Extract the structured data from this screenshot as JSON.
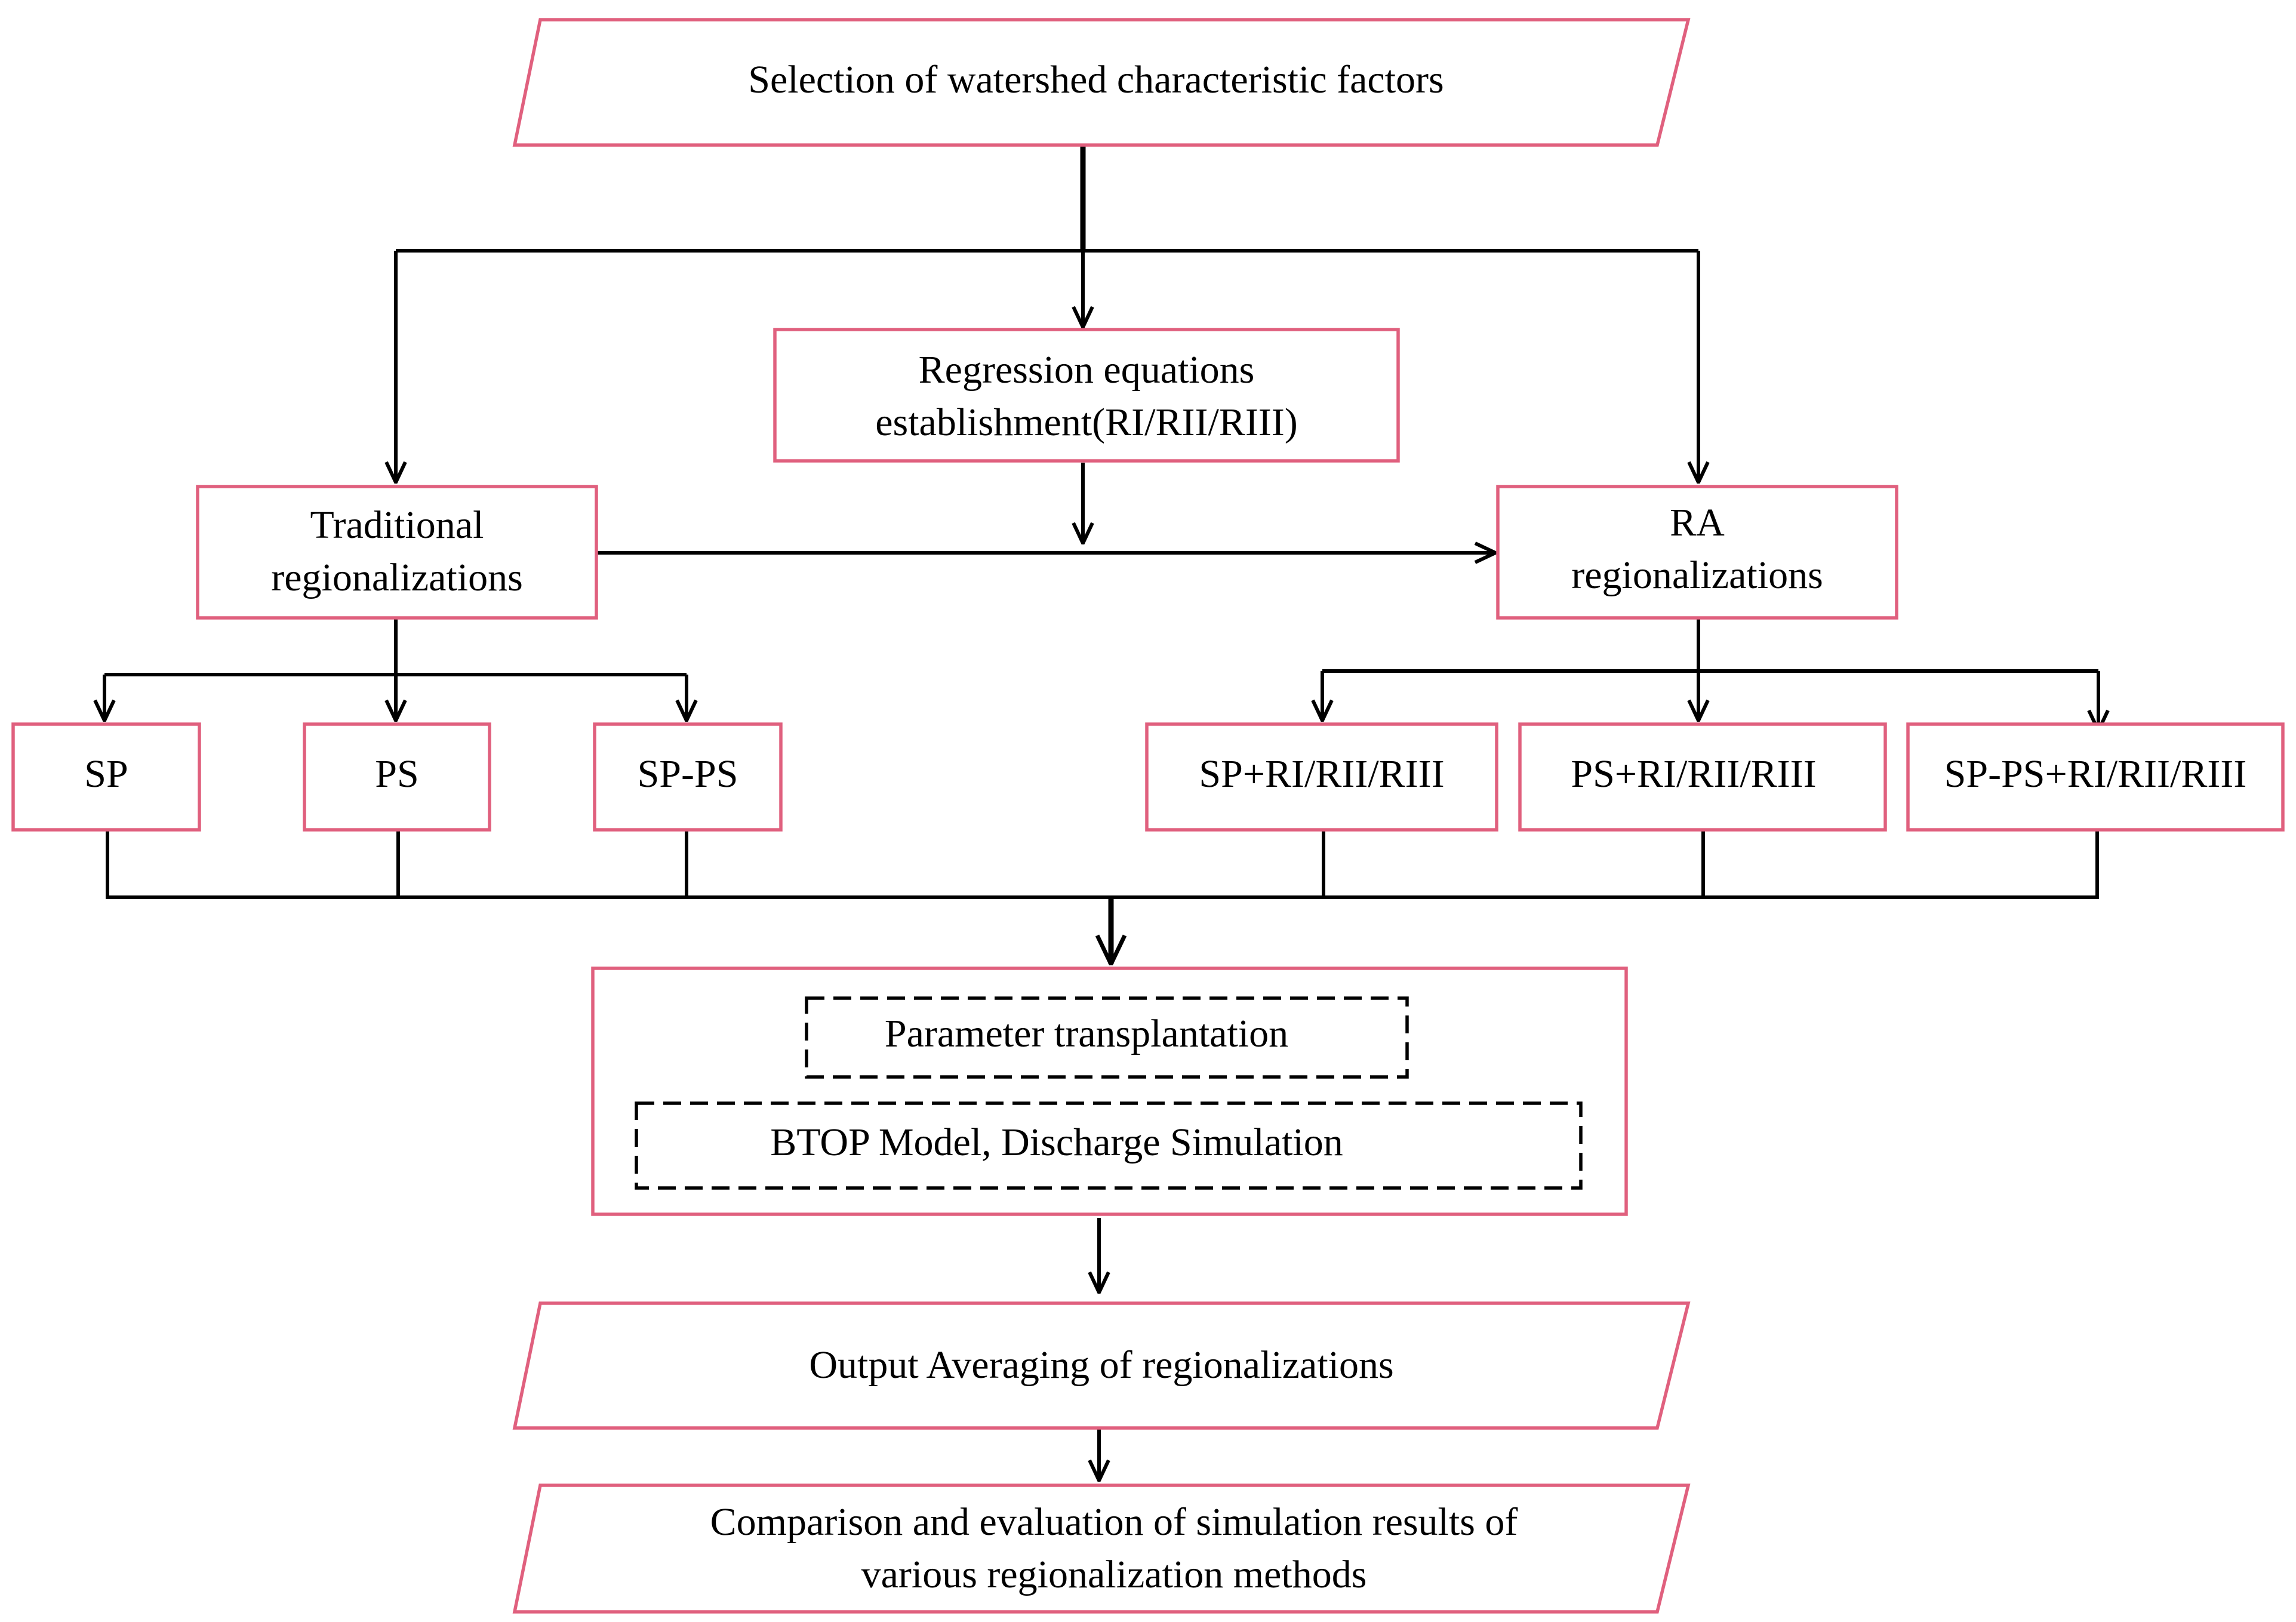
{
  "colors": {
    "node_border": "#e0607e",
    "edge": "#000000",
    "text": "#000000",
    "background": "#ffffff"
  },
  "nodes": {
    "selection": {
      "lines": [
        "Selection of watershed characteristic factors"
      ]
    },
    "regression": {
      "lines": [
        "Regression equations",
        "establishment(RI/RII/RIII)"
      ]
    },
    "traditional": {
      "lines": [
        "Traditional",
        "regionalizations"
      ]
    },
    "ra": {
      "lines": [
        "RA",
        "regionalizations"
      ]
    },
    "sp": {
      "lines": [
        "SP"
      ]
    },
    "ps": {
      "lines": [
        "PS"
      ]
    },
    "sp_ps": {
      "lines": [
        "SP-PS"
      ]
    },
    "sp_r": {
      "lines": [
        "SP+RI/RII/RIII"
      ]
    },
    "ps_r": {
      "lines": [
        "PS+RI/RII/RIII"
      ]
    },
    "sp_ps_r": {
      "lines": [
        "SP-PS+RI/RII/RIII"
      ]
    },
    "param_transplant": {
      "lines": [
        "Parameter transplantation"
      ]
    },
    "btop": {
      "lines": [
        "BTOP  Model,  Discharge Simulation"
      ]
    },
    "output_avg": {
      "lines": [
        "Output Averaging of regionalizations"
      ]
    },
    "comparison": {
      "lines": [
        "Comparison and evaluation of  simulation results of",
        "various regionalization methods"
      ]
    }
  }
}
